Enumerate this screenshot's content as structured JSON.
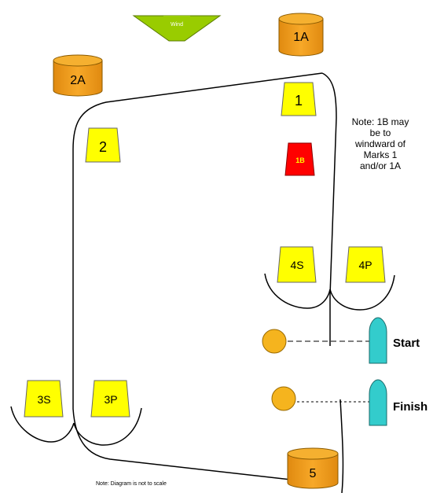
{
  "wind": {
    "label": "Wind"
  },
  "marks": {
    "m1A": "1A",
    "m2A": "2A",
    "m1": "1",
    "m2": "2",
    "m1B": "1B",
    "m4S": "4S",
    "m4P": "4P",
    "m3S": "3S",
    "m3P": "3P",
    "m5": "5"
  },
  "notes": {
    "mark_1b": "Note: 1B may be to windward of Marks 1 and/or 1A",
    "scale": "Note: Diagram is not to scale"
  },
  "lines": {
    "start": "Start",
    "finish": "Finish"
  },
  "colors": {
    "wind_arrow": "#99cc00",
    "cylinder_mark": "#f0a020",
    "trapezoid_mark": "#ffff00",
    "special_mark": "#ff0000",
    "committee_boat": "#33cccc",
    "pin_buoy": "#f5b41e"
  }
}
